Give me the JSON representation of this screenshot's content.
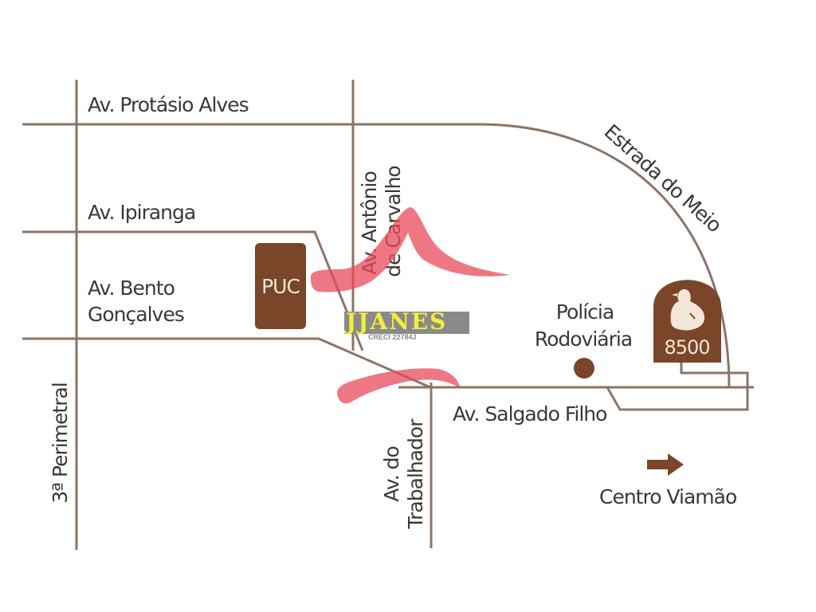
{
  "map": {
    "roads": {
      "protasio": "Av. Protásio Alves",
      "estrada": "Estrada do Meio",
      "ipiranga": "Av. Ipiranga",
      "bento_1": "Av. Bento",
      "bento_2": "Gonçalves",
      "antonio_1": "Av. Antônio",
      "antonio_2": "de Carvalho",
      "perimetral": "3ª Perimetral",
      "trabalhador_1": "Av. do",
      "trabalhador_2": "Trabalhador",
      "salgado": "Av. Salgado Filho"
    },
    "landmarks": {
      "puc": "PUC",
      "policia_1": "Polícia",
      "policia_2": "Rodoviária",
      "destination_number": "8500",
      "direction": "Centro Viamão"
    },
    "watermark": {
      "brand": "JJANES",
      "creci": "CRECI 22784J"
    },
    "colors": {
      "brown": "#7a4528",
      "road": "#8b7466",
      "highlight": "#e84a5a",
      "watermark_yellow": "#f2ee3a"
    }
  }
}
